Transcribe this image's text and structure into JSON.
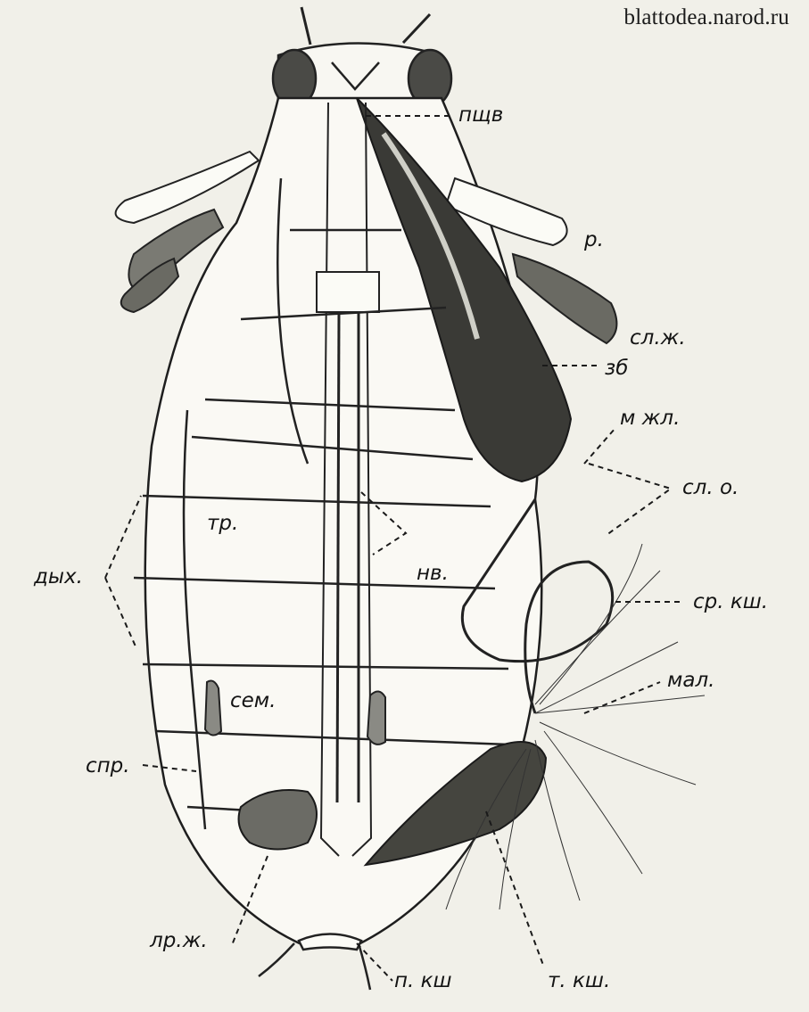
{
  "watermark": "blattodea.narod.ru",
  "labels": {
    "pshchv": "пщв",
    "r": "р.",
    "sl_zh": "сл.ж.",
    "zb": "зб",
    "m_zhl": "м жл.",
    "sl_o": "сл. о.",
    "nv": "нв.",
    "tr": "тр.",
    "dykh": "дых.",
    "sr_ksh": "ср. кш.",
    "mal": "мал.",
    "sem": "сем.",
    "spr": "спр.",
    "lr_zh": "лр.ж.",
    "p_ksh": "п. кш",
    "t_ksh": "т. кш."
  },
  "colors": {
    "paper": "#f1f0e9",
    "ink": "#141414"
  }
}
